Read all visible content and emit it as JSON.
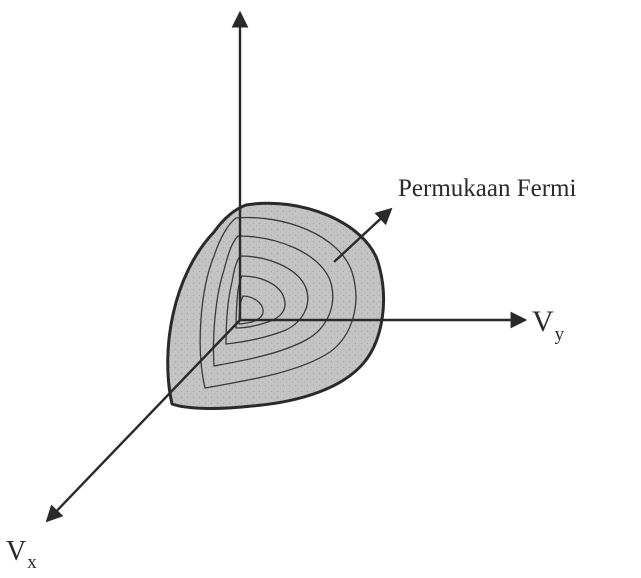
{
  "diagram": {
    "surface_label": "Permukaan Fermi",
    "y_axis": {
      "letter": "V",
      "subscript": "y"
    },
    "x_axis": {
      "letter": "V",
      "subscript": "x"
    },
    "colors": {
      "ink": "#2a2a2a",
      "surface_fill": "#c4c4c4",
      "background": "#ffffff"
    }
  }
}
